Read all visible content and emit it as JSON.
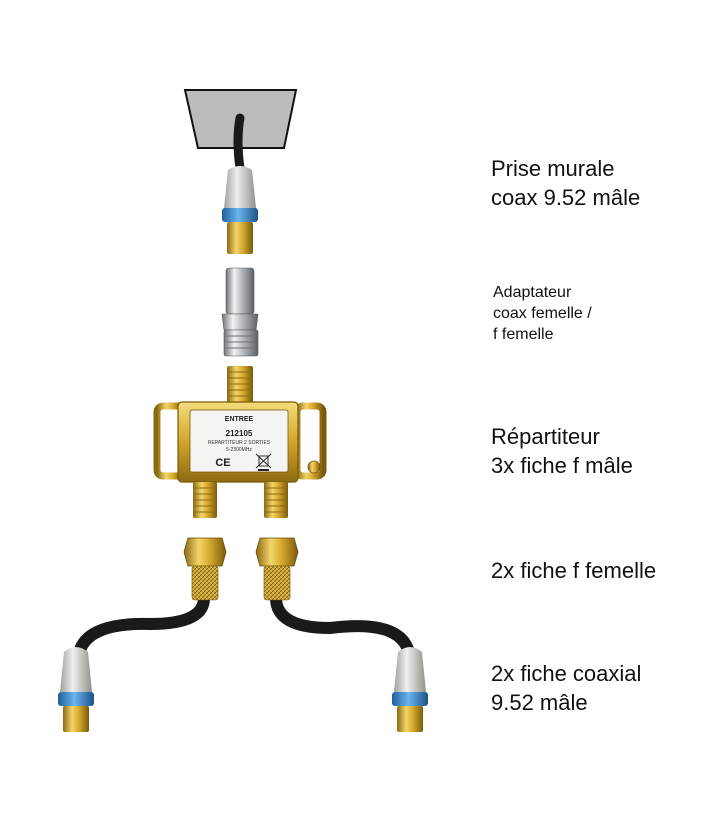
{
  "labels": {
    "wall_outlet": [
      "Prise murale",
      "coax 9.52 mâle"
    ],
    "adapter": [
      "Adaptateur",
      "coax femelle /",
      "f femelle"
    ],
    "splitter": [
      "Répartiteur",
      "3x fiche f mâle"
    ],
    "f_female": [
      "2x fiche f femelle"
    ],
    "coax_male": [
      "2x fiche coaxial",
      "9.52 mâle"
    ]
  },
  "splitter_plate": {
    "input_label": "ENTREE",
    "model": "212105",
    "name": "REPARTITEUR 2 SORTIES",
    "freq": "5-2300MHz",
    "ce_mark": "CE"
  },
  "colors": {
    "cable": "#1a1a1a",
    "gold": "#d4aa2a",
    "plug_white": "#d9dbd6",
    "ring_blue": "#3d8fd6",
    "wall_plate": "#bdbdbd"
  }
}
